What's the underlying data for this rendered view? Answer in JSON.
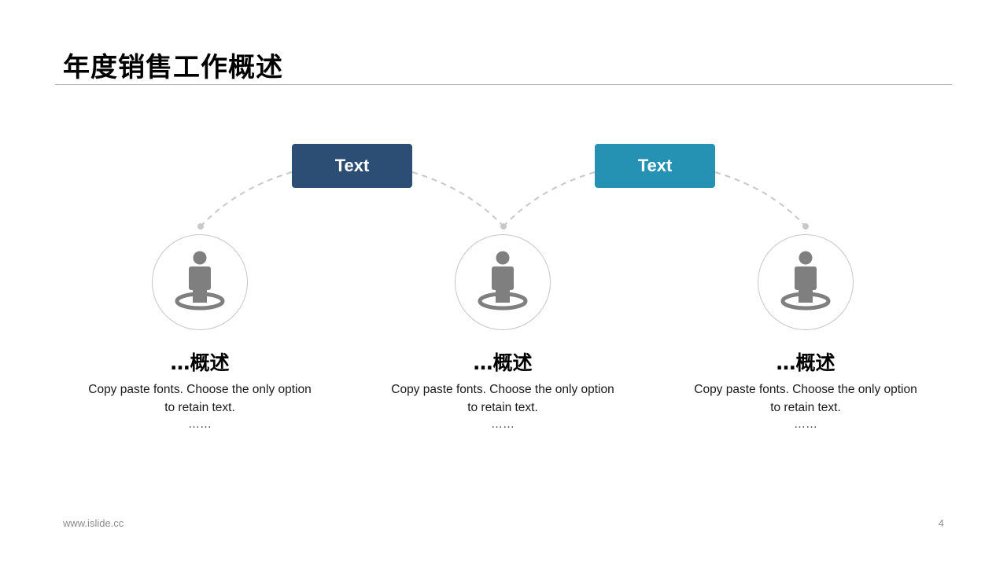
{
  "title": "年度销售工作概述",
  "colors": {
    "tag_1": "#2d4e74",
    "tag_2": "#2692b3",
    "icon": "#7f7f7f",
    "connector": "#c8c8c8"
  },
  "tags": [
    {
      "label": "Text"
    },
    {
      "label": "Text"
    }
  ],
  "items": [
    {
      "icon": "person-on-target-icon",
      "heading": "…概述",
      "body_line1": "Copy paste fonts. Choose the only option",
      "body_line2": "to retain text.",
      "ellipsis": "……"
    },
    {
      "icon": "person-on-target-icon",
      "heading": "…概述",
      "body_line1": "Copy paste fonts. Choose the only option",
      "body_line2": "to retain text.",
      "ellipsis": "……"
    },
    {
      "icon": "person-on-target-icon",
      "heading": "…概述",
      "body_line1": "Copy paste fonts. Choose the only option",
      "body_line2": "to retain text.",
      "ellipsis": "……"
    }
  ],
  "footer": {
    "url": "www.islide.cc",
    "page": "4"
  }
}
